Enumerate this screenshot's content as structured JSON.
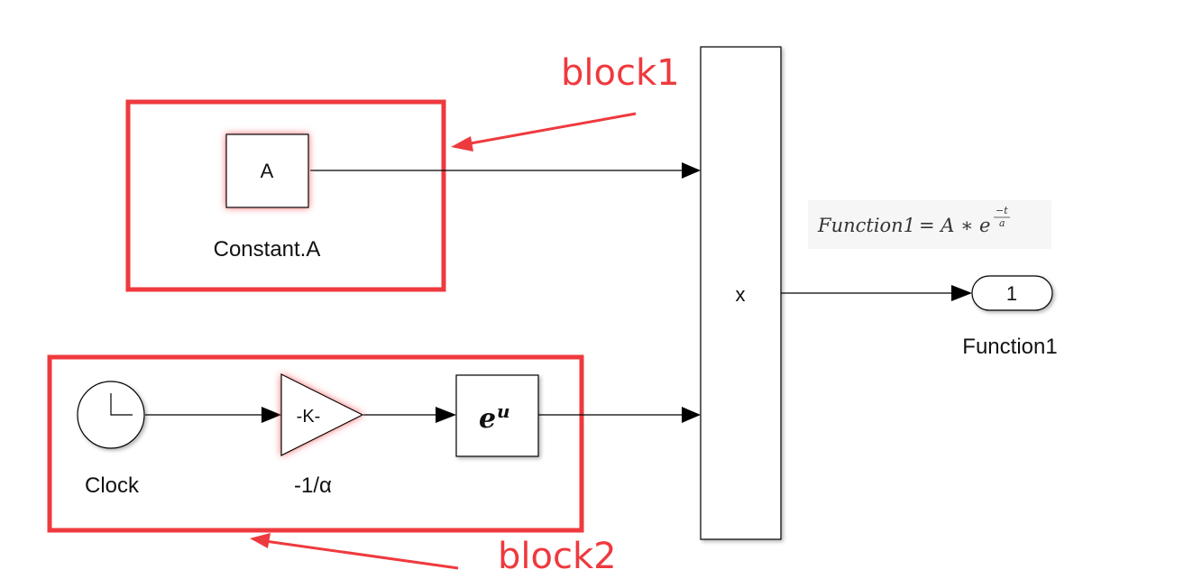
{
  "annotations": {
    "block1": "block1",
    "block2": "block2"
  },
  "blocks": {
    "constant": {
      "text": "A",
      "label": "Constant.A"
    },
    "clock": {
      "label": "Clock"
    },
    "gain": {
      "text": "-K-",
      "label": "-1/α"
    },
    "exp": {
      "base": "e",
      "exponent": "u"
    },
    "product": {
      "text": "x"
    },
    "outport": {
      "text": "1",
      "label": "Function1"
    }
  },
  "formula": {
    "lhs": "Function1",
    "eq": "= A ∗ e",
    "exp_num": "−t",
    "exp_den": "a"
  },
  "colors": {
    "highlight": "#ee3a3e",
    "line": "#000000"
  }
}
